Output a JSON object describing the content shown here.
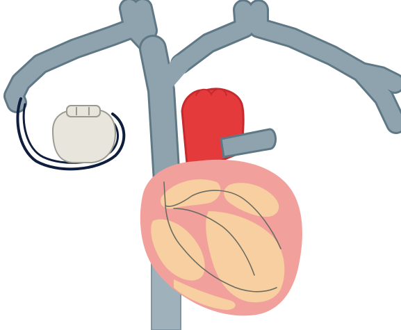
{
  "diagram": {
    "subject": "implanted-pacemaker",
    "parts": [
      "pacemaker-generator",
      "pacing-lead",
      "veins",
      "aorta",
      "heart"
    ]
  },
  "colors": {
    "background": "#ffffff",
    "vein_fill": "#8fa3ae",
    "vein_edge": "#5f7885",
    "aorta": "#e43a3c",
    "heart_outer": "#f2a09c",
    "heart_inner": "#f7cfa0",
    "pacemaker_body": "#e8e6dc",
    "pacemaker_edge": "#9a9a90",
    "lead_loop": "#0f1e3c",
    "lead_in_heart": "#6b6b60"
  }
}
